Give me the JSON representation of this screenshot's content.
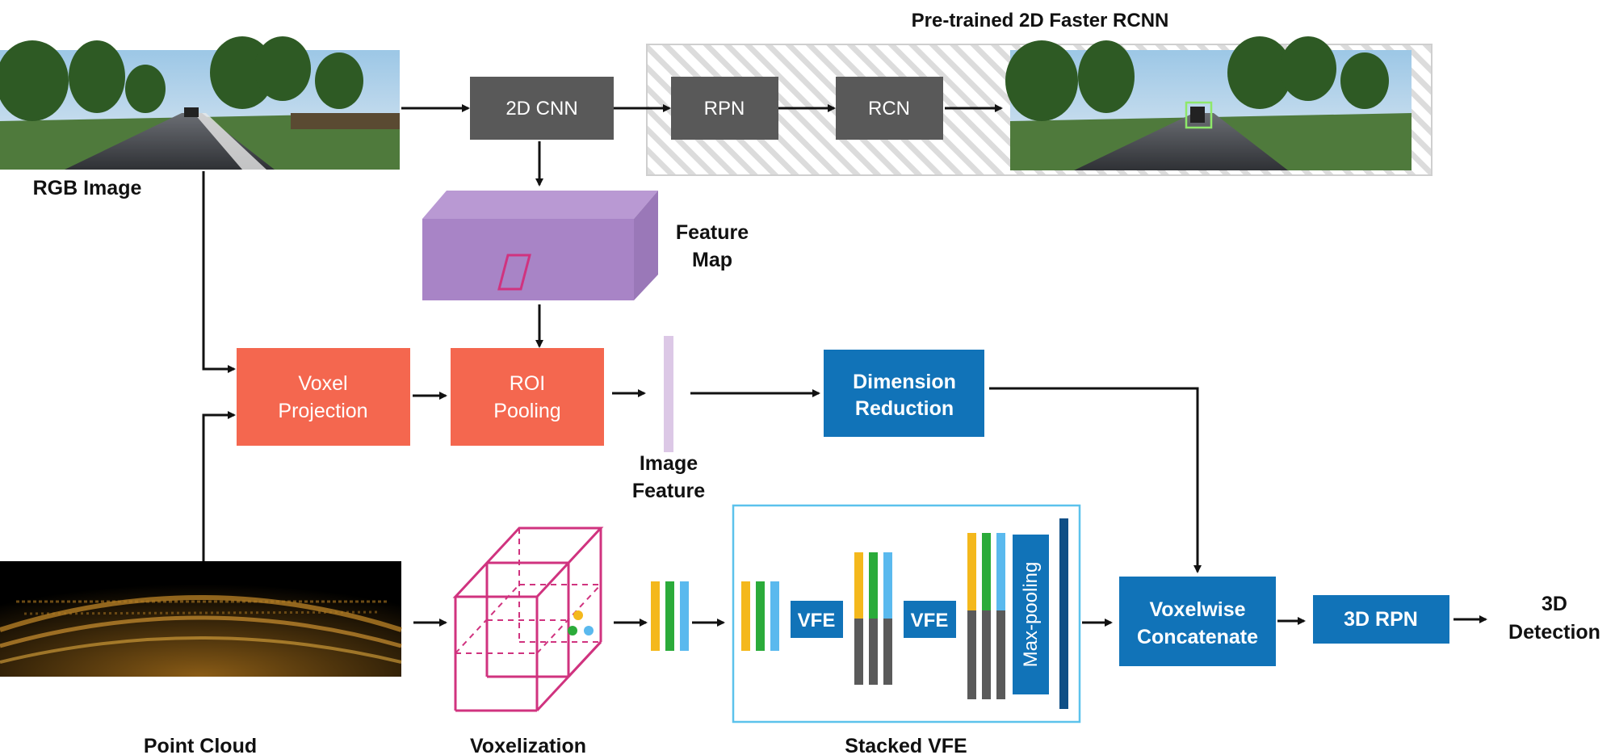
{
  "labels": {
    "rgb_image": "RGB Image",
    "point_cloud": "Point Cloud",
    "pretrained": "Pre-trained 2D Faster RCNN",
    "feature_map_1": "Feature",
    "feature_map_2": "Map",
    "image_feature_1": "Image",
    "image_feature_2": "Feature",
    "voxelization": "Voxelization",
    "stacked_vfe": "Stacked VFE",
    "detection_1": "3D",
    "detection_2": "Detection"
  },
  "boxes": {
    "cnn2d": "2D CNN",
    "rpn": "RPN",
    "rcn": "RCN",
    "voxel_projection_1": "Voxel",
    "voxel_projection_2": "Projection",
    "roi_pooling_1": "ROI",
    "roi_pooling_2": "Pooling",
    "dim_reduction_1": "Dimension",
    "dim_reduction_2": "Reduction",
    "vfe_1": "VFE",
    "vfe_2": "VFE",
    "max_pooling": "Max-pooling",
    "voxelwise_1": "Voxelwise",
    "voxelwise_2": "Concatenate",
    "rpn3d": "3D RPN"
  },
  "colors": {
    "gray_box": "#595959",
    "coral_box": "#f4674f",
    "blue_box": "#1173b8",
    "purple_feature": "#a884c6",
    "voxel_magenta": "#d0337f",
    "stacked_border": "#5cc2ec",
    "vfe_yellow": "#f4b81c",
    "vfe_green": "#2bab3a",
    "vfe_lightblue": "#5ab9ee",
    "hatch_gray": "#d9d9d9"
  }
}
